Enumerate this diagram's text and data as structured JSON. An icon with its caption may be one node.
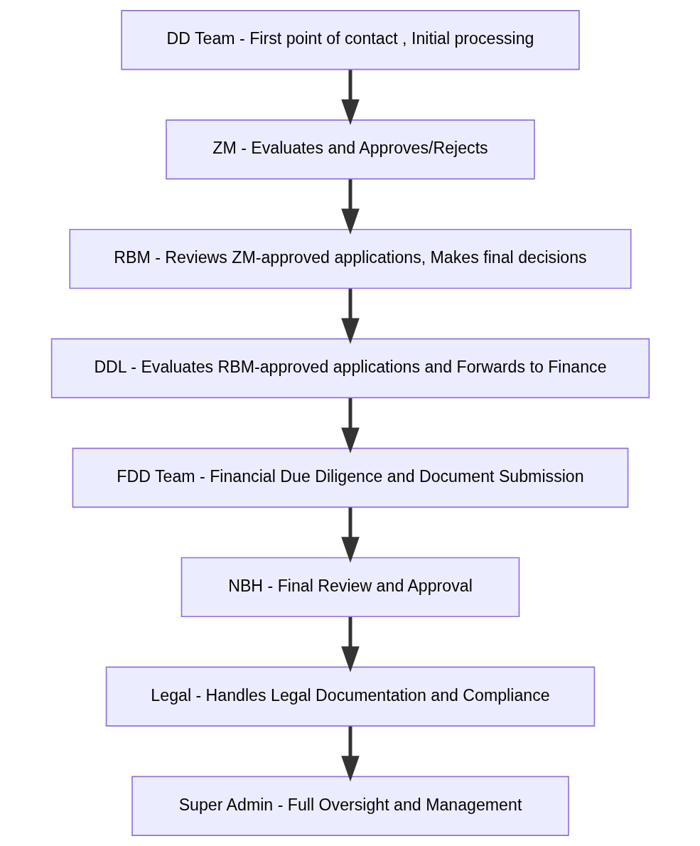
{
  "diagram": {
    "nodes": [
      {
        "text": [
          "DD Team - First point of contact , Initial processing"
        ]
      },
      {
        "text": [
          "ZM - Evaluates and Approves/Rejects"
        ]
      },
      {
        "text": [
          "RBM - Reviews ZM-approved applications, Makes final decisions"
        ]
      },
      {
        "text": [
          "DDL - Evaluates RBM-approved applications and Forwards to Finance"
        ]
      },
      {
        "text": [
          "FDD Team - Financial Due Diligence and Document Submission"
        ]
      },
      {
        "text": [
          "NBH - Final Review and Approval"
        ]
      },
      {
        "text": [
          "Legal - Handles Legal Documentation and Compliance"
        ]
      },
      {
        "text": [
          "Super Admin - Full Oversight and Management"
        ]
      }
    ],
    "edges": [
      {
        "from": 0,
        "to": 1,
        "arrow": "to"
      },
      {
        "from": 1,
        "to": 2,
        "arrow": "to"
      },
      {
        "from": 2,
        "to": 3,
        "arrow": "to"
      },
      {
        "from": 3,
        "to": 4,
        "arrow": "to"
      },
      {
        "from": 4,
        "to": 5,
        "arrow": "to"
      },
      {
        "from": 5,
        "to": 6,
        "arrow": "to"
      },
      {
        "from": 6,
        "to": 7,
        "arrow": "to"
      }
    ]
  }
}
